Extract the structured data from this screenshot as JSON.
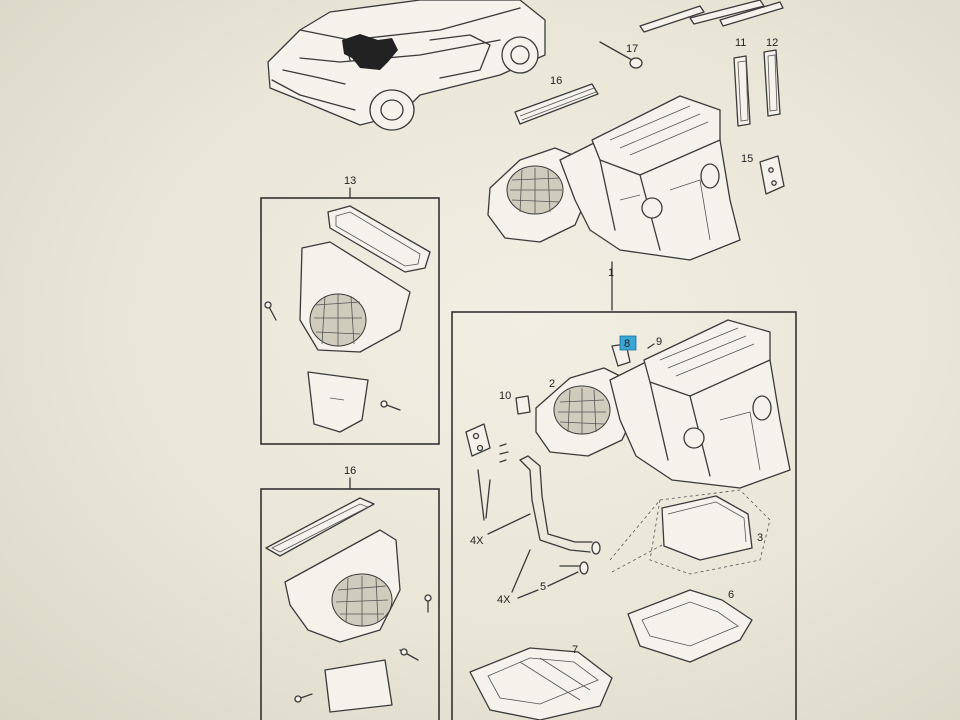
{
  "labels": {
    "l1": "1",
    "l2": "2",
    "l3": "3",
    "l5": "5",
    "l6": "6",
    "l7": "7",
    "l8": "8",
    "l9": "9",
    "l10": "10",
    "l11": "11",
    "l12": "12",
    "l13": "13",
    "l15": "15",
    "l16a": "16",
    "l16b": "16",
    "l17": "17",
    "qty_a": "4X",
    "qty_b": "4X"
  },
  "colors": {
    "highlight": "#3aa6d6",
    "line": "#3a3a3a"
  }
}
